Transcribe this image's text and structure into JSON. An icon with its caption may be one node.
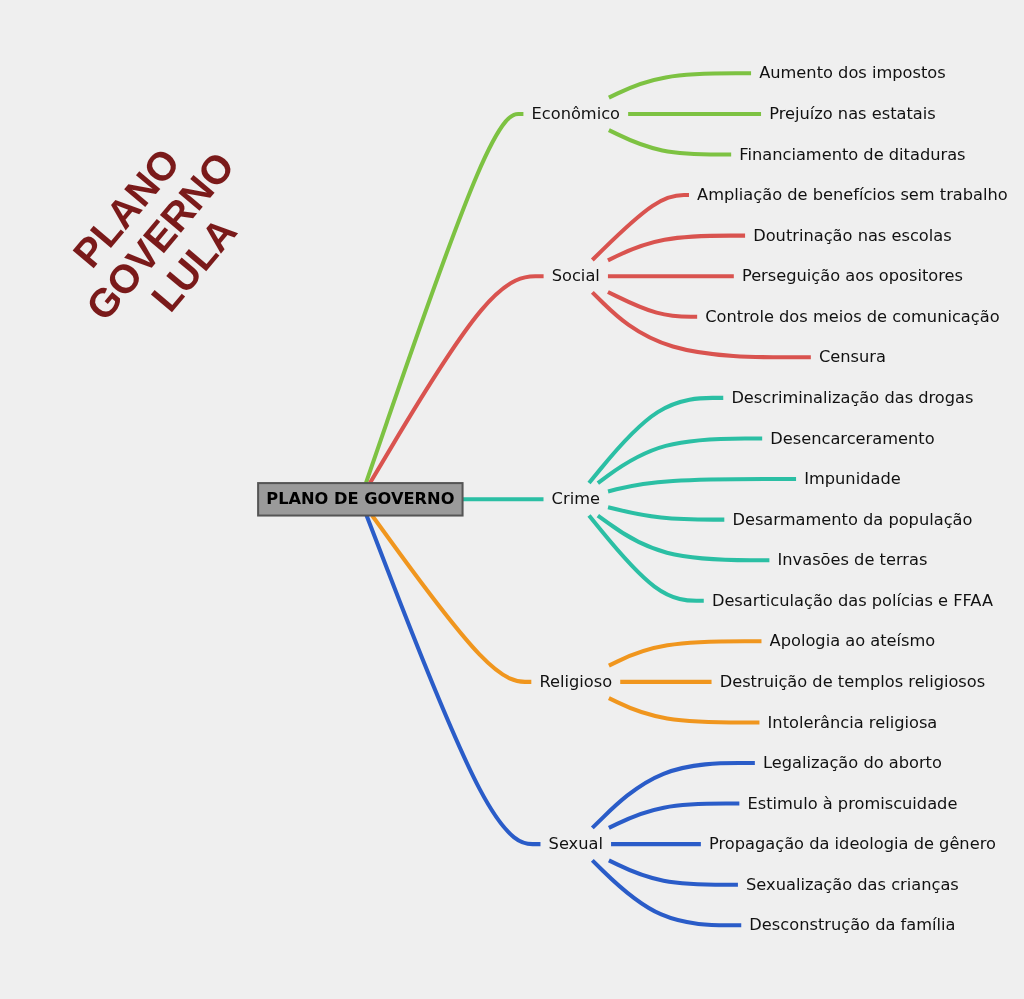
{
  "diagram": {
    "title": "PLANO GOVERNO LULA",
    "nodes": [
      {
        "text": [
          "PLANO DE GOVERNO"
        ]
      },
      {
        "text": [
          "Econômico"
        ]
      },
      {
        "text": [
          "Aumento dos impostos"
        ]
      },
      {
        "text": [
          "Prejuízo nas estatais"
        ]
      },
      {
        "text": [
          "Financiamento de ditaduras"
        ]
      },
      {
        "text": [
          "Social"
        ]
      },
      {
        "text": [
          "Ampliação de benefícios sem trabalho"
        ]
      },
      {
        "text": [
          "Doutrinação nas escolas"
        ]
      },
      {
        "text": [
          "Perseguição aos opositores"
        ]
      },
      {
        "text": [
          "Controle dos meios de comunicação"
        ]
      },
      {
        "text": [
          "Censura"
        ]
      },
      {
        "text": [
          "Crime"
        ]
      },
      {
        "text": [
          "Descriminalização das drogas"
        ]
      },
      {
        "text": [
          "Desencarceramento"
        ]
      },
      {
        "text": [
          "Impunidade"
        ]
      },
      {
        "text": [
          "Desarmamento da população"
        ]
      },
      {
        "text": [
          "Invasões de terras"
        ]
      },
      {
        "text": [
          "Desarticulação das polícias e FFAA"
        ]
      },
      {
        "text": [
          "Religioso"
        ]
      },
      {
        "text": [
          "Apologia ao ateísmo"
        ]
      },
      {
        "text": [
          "Destruição de templos religiosos"
        ]
      },
      {
        "text": [
          "Intolerância religiosa"
        ]
      },
      {
        "text": [
          "Sexual"
        ]
      },
      {
        "text": [
          "Legalização do aborto"
        ]
      },
      {
        "text": [
          "Estimulo à promiscuidade"
        ]
      },
      {
        "text": [
          "Propagação da ideologia de gênero"
        ]
      },
      {
        "text": [
          "Sexualização das crianças"
        ]
      },
      {
        "text": [
          "Desconstrução da família"
        ]
      }
    ],
    "edges": [
      {
        "from": 0,
        "to": 1,
        "arrow": "none",
        "color": "#7dc242"
      },
      {
        "from": 1,
        "to": 2,
        "arrow": "none",
        "color": "#7dc242"
      },
      {
        "from": 1,
        "to": 3,
        "arrow": "none",
        "color": "#7dc242"
      },
      {
        "from": 1,
        "to": 4,
        "arrow": "none",
        "color": "#7dc242"
      },
      {
        "from": 0,
        "to": 5,
        "arrow": "none",
        "color": "#d9534f"
      },
      {
        "from": 5,
        "to": 6,
        "arrow": "none",
        "color": "#d9534f"
      },
      {
        "from": 5,
        "to": 7,
        "arrow": "none",
        "color": "#d9534f"
      },
      {
        "from": 5,
        "to": 8,
        "arrow": "none",
        "color": "#d9534f"
      },
      {
        "from": 5,
        "to": 9,
        "arrow": "none",
        "color": "#d9534f"
      },
      {
        "from": 5,
        "to": 10,
        "arrow": "none",
        "color": "#d9534f"
      },
      {
        "from": 0,
        "to": 11,
        "arrow": "none",
        "color": "#2bbfa4"
      },
      {
        "from": 11,
        "to": 12,
        "arrow": "none",
        "color": "#2bbfa4"
      },
      {
        "from": 11,
        "to": 13,
        "arrow": "none",
        "color": "#2bbfa4"
      },
      {
        "from": 11,
        "to": 14,
        "arrow": "none",
        "color": "#2bbfa4"
      },
      {
        "from": 11,
        "to": 15,
        "arrow": "none",
        "color": "#2bbfa4"
      },
      {
        "from": 11,
        "to": 16,
        "arrow": "none",
        "color": "#2bbfa4"
      },
      {
        "from": 11,
        "to": 17,
        "arrow": "none",
        "color": "#2bbfa4"
      },
      {
        "from": 0,
        "to": 18,
        "arrow": "none",
        "color": "#f0961e"
      },
      {
        "from": 18,
        "to": 19,
        "arrow": "none",
        "color": "#f0961e"
      },
      {
        "from": 18,
        "to": 20,
        "arrow": "none",
        "color": "#f0961e"
      },
      {
        "from": 18,
        "to": 21,
        "arrow": "none",
        "color": "#f0961e"
      },
      {
        "from": 0,
        "to": 22,
        "arrow": "none",
        "color": "#2a5cc8"
      },
      {
        "from": 22,
        "to": 23,
        "arrow": "none",
        "color": "#2a5cc8"
      },
      {
        "from": 22,
        "to": 24,
        "arrow": "none",
        "color": "#2a5cc8"
      },
      {
        "from": 22,
        "to": 25,
        "arrow": "none",
        "color": "#2a5cc8"
      },
      {
        "from": 22,
        "to": 26,
        "arrow": "none",
        "color": "#2a5cc8"
      },
      {
        "from": 22,
        "to": 27,
        "arrow": "none",
        "color": "#2a5cc8"
      }
    ]
  }
}
